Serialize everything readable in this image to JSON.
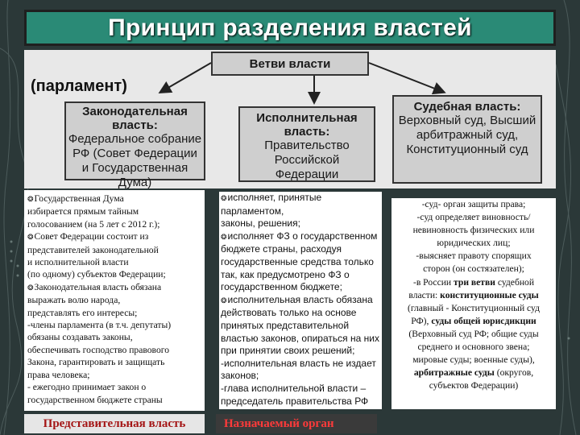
{
  "title": "Принцип разделения властей",
  "diagram": {
    "top_box": "Ветви власти",
    "parliament_label": "(парламент)",
    "legislative": {
      "head": "Законодательная власть:",
      "body": "Федеральное собрание РФ (Совет Федерации и Государственная Дума)"
    },
    "executive": {
      "head": "Исполнительная власть:",
      "body": "Правительство Российской Федерации"
    },
    "judicial": {
      "head": "Судебная власть:",
      "body": "Верховный суд, Высший арбитражный суд, Конституционный суд"
    }
  },
  "columns": {
    "legislative_lines": [
      "Государственная Дума",
      "избирается прямым тайным",
      "голосованием (на 5 лет с 2012 г.);",
      "Совет Федерации состоит из",
      "представителей законодательной",
      "и исполнительной власти",
      "(по одному) субъектов Федерации;",
      "Законодательная власть обязана",
      "выражать волю народа,",
      "представлять его интересы;",
      "-члены парламента (в т.ч. депутаты)",
      "обязаны создавать законы,",
      "обеспечивать господство правового",
      "Закона, гарантировать и защищать",
      "права человека;",
      "- ежегодно принимает закон о",
      "государственном бюджете страны"
    ],
    "executive_lines": [
      "исполняет, принятые парламентом,",
      "законы, решения;",
      "исполняет ФЗ о государственном",
      "бюджете страны, расходуя",
      "государственные средства только",
      "так, как предусмотрено ФЗ о",
      "государственном бюджете;",
      "исполнительная власть обязана",
      "действовать только на основе",
      "принятых представительной",
      "властью законов, опираться на них",
      "при принятии своих решений;",
      "-исполнительная власть не издает",
      "законов;",
      "-глава исполнительной власти –",
      "председатель правительства РФ"
    ],
    "judicial_lines": [
      "-суд- орган защиты права;",
      "-суд определяет виновность/",
      "невиновность физических или",
      "юридических лиц;",
      "-выясняет правоту спорящих",
      "сторон (он состязателен);",
      "-в России три ветви судебной",
      "власти: конституционные суды",
      "(главный - Конституционный суд",
      "РФ), суды общей юрисдикции",
      "(Верховный суд РФ; общие суды",
      "среднего и основного звена;",
      "мировые суды; военные суды),",
      "арбитражные суды (округов,",
      "субъектов Федерации)"
    ]
  },
  "footer": {
    "left": "Представительная власть",
    "middle": "Назначаемый орган"
  },
  "colors": {
    "title_bg": "#2a8a76",
    "footer_text": "#a41515",
    "footer_dark_text": "#ff3a3a"
  }
}
